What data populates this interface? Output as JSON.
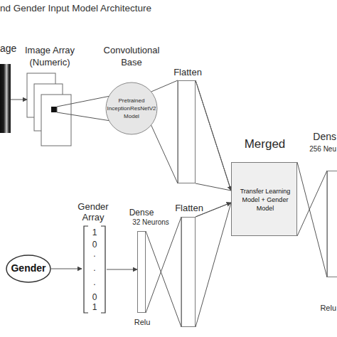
{
  "diagram": {
    "title": "nd Gender Input Model Architecture",
    "nodes": [
      {
        "text": [
          "age"
        ]
      },
      {
        "text": [
          "Image Array (Numeric)"
        ]
      },
      {
        "text": [
          "Convolutional Base",
          "Pretrained InceptionResNetV2 Model"
        ]
      },
      {
        "text": [
          "Flatten"
        ]
      },
      {
        "text": [
          "Merged",
          "Transfer Learning Model + Gender Model"
        ]
      },
      {
        "text": [
          "Dens",
          "256 Neu",
          "Relu"
        ]
      },
      {
        "text": [
          "Gender"
        ]
      },
      {
        "text": [
          "Gender Array",
          "1",
          "0",
          ".",
          ".",
          ".",
          "0",
          "1"
        ]
      },
      {
        "text": [
          "Dense",
          "32 Neurons",
          "Relu"
        ]
      },
      {
        "text": [
          "Flatten"
        ]
      }
    ],
    "edges": [
      {
        "from": 0,
        "to": 1,
        "arrow": "to"
      },
      {
        "from": 1,
        "to": 2,
        "arrow": "none"
      },
      {
        "from": 2,
        "to": 3,
        "arrow": "none"
      },
      {
        "from": 3,
        "to": 4,
        "arrow": "to"
      },
      {
        "from": 4,
        "to": 5,
        "arrow": "none"
      },
      {
        "from": 6,
        "to": 7,
        "arrow": "to"
      },
      {
        "from": 7,
        "to": 8,
        "arrow": "to"
      },
      {
        "from": 8,
        "to": 9,
        "arrow": "none"
      },
      {
        "from": 9,
        "to": 4,
        "arrow": "to"
      }
    ]
  }
}
